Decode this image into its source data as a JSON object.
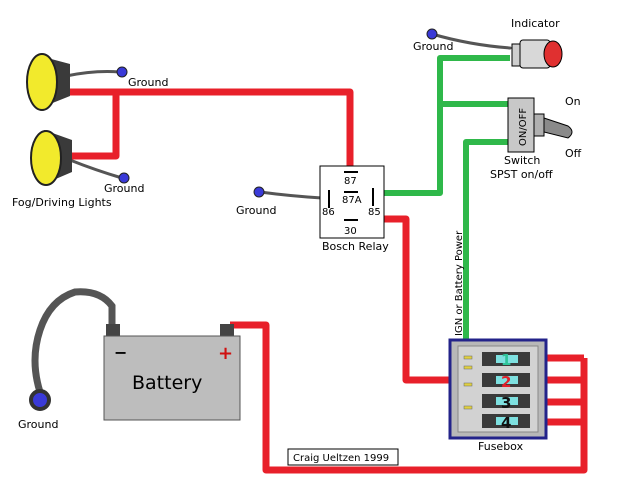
{
  "labels": {
    "ground_fog_top": "Ground",
    "ground_fog_bottom": "Ground",
    "fog_lights": "Fog/Driving Lights",
    "ground_relay": "Ground",
    "relay_name": "Bosch Relay",
    "pin_87": "87",
    "pin_87a": "87A",
    "pin_86": "86",
    "pin_85": "85",
    "pin_30": "30",
    "ground_indicator": "Ground",
    "indicator": "Indicator",
    "switch_on": "On",
    "switch_off": "Off",
    "switch_face": "ON/OFF",
    "switch_name": "Switch",
    "switch_type": "SPST on/off",
    "ign_power": "IGN or Battery Power",
    "battery": "Battery",
    "battery_neg": "−",
    "battery_pos": "+",
    "ground_battery": "Ground",
    "fusebox": "Fusebox",
    "credit": "Craig Ueltzen 1999"
  },
  "fuses": [
    {
      "number": "1",
      "color": "#2fc49a"
    },
    {
      "number": "2",
      "color": "#e0202a"
    },
    {
      "number": "3",
      "color": "#101010"
    },
    {
      "number": "4",
      "color": "#101010"
    }
  ],
  "colors": {
    "power_wire": "#e8202a",
    "switch_wire": "#2fb84a",
    "ground_wire": "#555555",
    "ground_terminal": "#3a3ad8",
    "lamp_lens": "#f2ea2c",
    "lamp_body": "#3a3a3a",
    "indicator_lamp": "#e03030",
    "battery_body": "#bdbdbd",
    "fusebox_border": "#23238a"
  }
}
